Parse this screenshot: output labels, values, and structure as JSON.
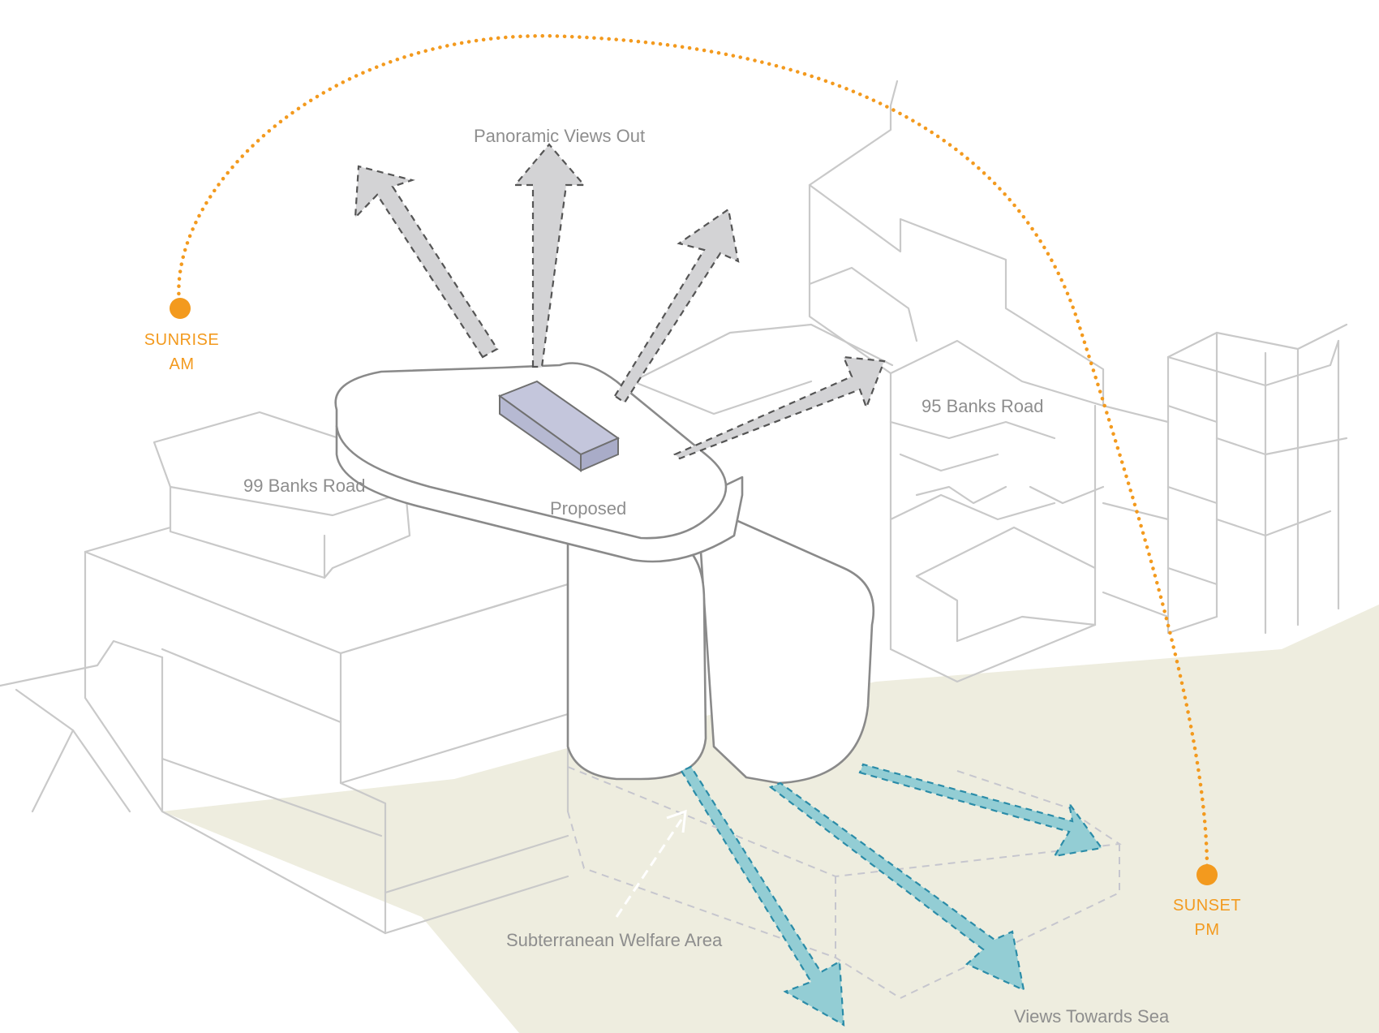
{
  "labels": {
    "panoramic_views": "Panoramic Views Out",
    "banks_99": "99 Banks Road",
    "banks_95": "95 Banks Road",
    "proposed": "Proposed",
    "subterranean": "Subterranean Welfare Area",
    "views_sea": "Views Towards Sea",
    "sunrise": "SUNRISE",
    "sunrise_time": "AM",
    "sunset": "SUNSET",
    "sunset_time": "PM"
  },
  "colors": {
    "sun_path": "#f39a1e",
    "ground": "#eeeddf",
    "view_arrow_grey": "#d3d3d5",
    "view_arrow_blue": "#93cdd4",
    "roof_plant": "#c4c6dc"
  }
}
